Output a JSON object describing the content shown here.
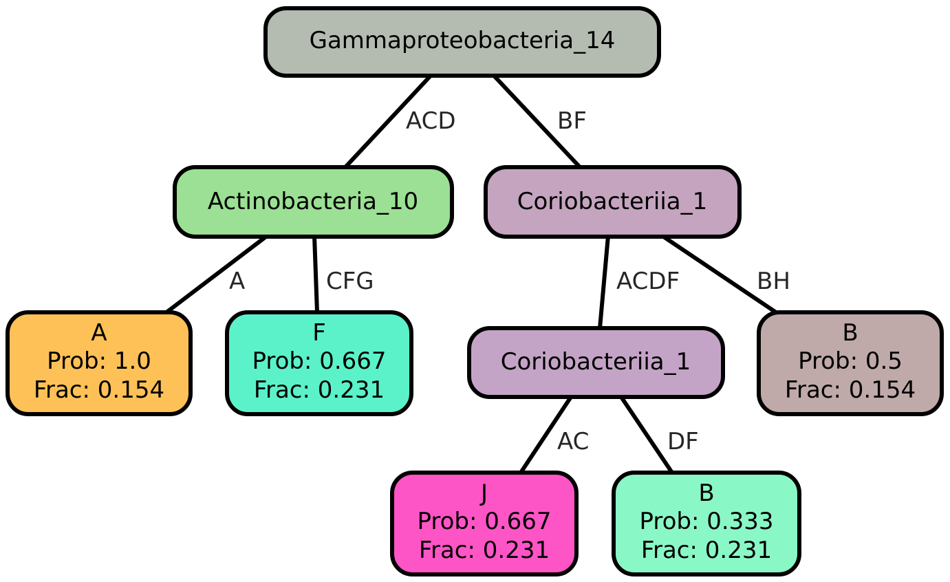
{
  "nodes": {
    "root": {
      "lines": [
        "Gammaproteobacteria_14"
      ],
      "color": "#b4bcb2"
    },
    "actino": {
      "lines": [
        "Actinobacteria_10"
      ],
      "color": "#9be094"
    },
    "corio1": {
      "lines": [
        "Coriobacteriia_1"
      ],
      "color": "#c4a4bf"
    },
    "leafA": {
      "lines": [
        "A",
        "Prob: 1.0",
        "Frac: 0.154"
      ],
      "color": "#fdc157"
    },
    "leafF": {
      "lines": [
        "F",
        "Prob: 0.667",
        "Frac: 0.231"
      ],
      "color": "#5bf2c9"
    },
    "corio2": {
      "lines": [
        "Coriobacteriia_1"
      ],
      "color": "#c4a4c6"
    },
    "leafB1": {
      "lines": [
        "B",
        "Prob: 0.5",
        "Frac: 0.154"
      ],
      "color": "#bfa9a9"
    },
    "leafJ": {
      "lines": [
        "J",
        "Prob: 0.667",
        "Frac: 0.231"
      ],
      "color": "#fe55c6"
    },
    "leafB2": {
      "lines": [
        "B",
        "Prob: 0.333",
        "Frac: 0.231"
      ],
      "color": "#8af7c6"
    }
  },
  "edges": {
    "root_actino": "ACD",
    "root_corio1": "BF",
    "actino_leafA": "A",
    "actino_leafF": "CFG",
    "corio1_corio2": "ACDF",
    "corio1_leafB1": "BH",
    "corio2_leafJ": "AC",
    "corio2_leafB2": "DF"
  }
}
